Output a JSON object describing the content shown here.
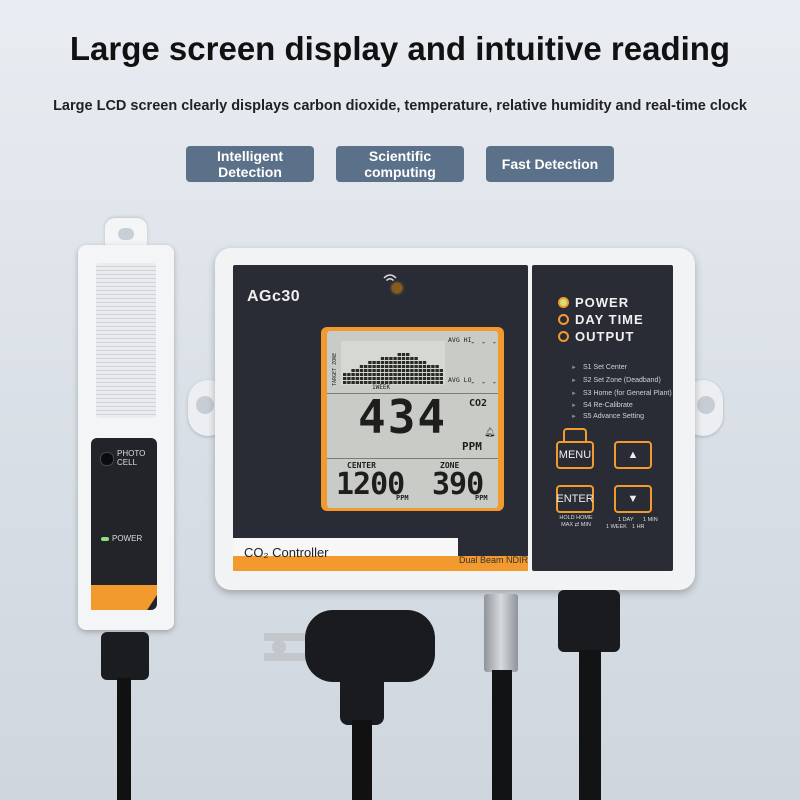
{
  "headline": "Large screen display and intuitive reading",
  "subline": "Large LCD screen clearly displays carbon dioxide, temperature, relative humidity and real-time clock",
  "features": [
    "Intelligent Detection",
    "Scientific computing",
    "Fast Detection"
  ],
  "probe": {
    "photo_label": "PHOTO CELL",
    "power_label": "POWER"
  },
  "device": {
    "model": "AGc30",
    "controller_label": "CO₂ Controller",
    "sensor_label": "Dual Beam NDIR",
    "lcd": {
      "target_zone": "TARGET ZONE",
      "avg_hi": "AVG HI",
      "avg_lo": "AVG LO",
      "dash_hi": "- - -",
      "dash_lo": "- - -",
      "period": "1WEEK",
      "co2_value": "434",
      "co2_unit_label": "CO2",
      "ppm": "PPM",
      "center_label": "CENTER",
      "center_value": "1200",
      "center_unit": "PPM",
      "zone_label": "ZONE",
      "zone_value": "390",
      "zone_unit": "PPM"
    },
    "indicators": [
      "POWER",
      "DAY TIME",
      "OUTPUT"
    ],
    "menu_items": [
      "S1 Set Center",
      "S2 Set Zone (Deadband)",
      "S3 Home (for General Plant)",
      "S4 Re-Calibrate",
      "S5 Advance Setting"
    ],
    "buttons": {
      "menu": "MENU",
      "enter": "ENTER",
      "up": "▲",
      "down": "▼"
    },
    "button_hints": {
      "hold_home": "HOLD HOME",
      "max_min": "MAX ⇄ MIN",
      "t_1day": "1 DAY",
      "t_1min": "1 MIN",
      "t_1week": "1 WEEK",
      "t_1hr": "1 HR"
    }
  }
}
